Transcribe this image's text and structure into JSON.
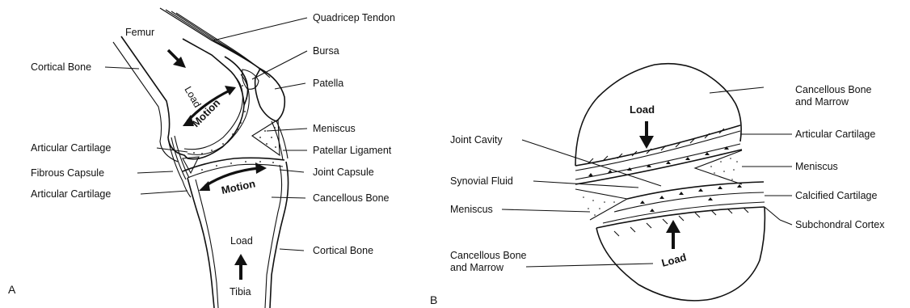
{
  "figure": {
    "panel_a": {
      "panel_label": "A",
      "labels": {
        "femur": "Femur",
        "tibia": "Tibia",
        "quadricep_tendon": "Quadricep Tendon",
        "bursa": "Bursa",
        "patella": "Patella",
        "cortical_bone_left": "Cortical Bone",
        "meniscus": "Meniscus",
        "articular_cartilage_upper": "Articular Cartilage",
        "patellar_ligament": "Patellar Ligament",
        "fibrous_capsule": "Fibrous Capsule",
        "joint_capsule": "Joint Capsule",
        "articular_cartilage_lower": "Articular Cartilage",
        "cancellous_bone": "Cancellous Bone",
        "cortical_bone_right": "Cortical Bone"
      },
      "inner_text": {
        "load_top": "Load",
        "motion_top": "Motion",
        "motion_bottom": "Motion",
        "load_bottom": "Load"
      }
    },
    "panel_b": {
      "panel_label": "B",
      "labels": {
        "cancellous_bone_top_line1": "Cancellous Bone",
        "cancellous_bone_top_line2": "and Marrow",
        "articular_cartilage": "Articular Cartilage",
        "joint_cavity": "Joint Cavity",
        "meniscus_right": "Meniscus",
        "synovial_fluid": "Synovial Fluid",
        "calcified_cartilage": "Calcified Cartilage",
        "meniscus_left": "Meniscus",
        "subchondral_cortex": "Subchondral Cortex",
        "cancellous_bone_bottom_line1": "Cancellous Bone",
        "cancellous_bone_bottom_line2": "and Marrow"
      },
      "inner_text": {
        "load_top": "Load",
        "load_bottom": "Load"
      }
    }
  }
}
